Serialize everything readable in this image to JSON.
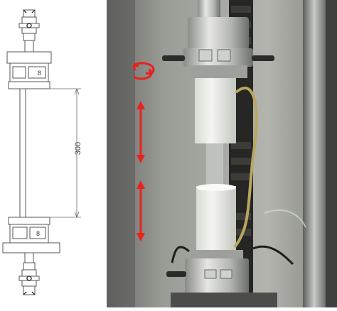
{
  "drawing": {
    "dimension_label": "300",
    "upper_block_label": "8",
    "lower_block_label": "8"
  },
  "photo": {
    "rotation_arrow_icon": "circular-arrow-icon",
    "translation_arrow_icon": "double-headed-arrow-icon",
    "arrow_color": "#e8211e"
  }
}
